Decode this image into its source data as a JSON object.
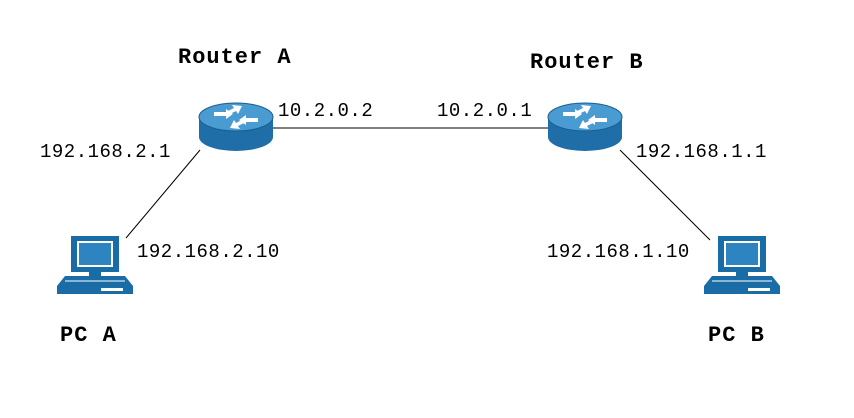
{
  "colors": {
    "router_top": "#4a9bd1",
    "router_side": "#1f6ea8",
    "pc_body": "#1a6ca6",
    "pc_screen": "#2e84c0",
    "link": "#000000"
  },
  "nodes": {
    "router_a": {
      "label": "Router A",
      "icon": "router-icon"
    },
    "router_b": {
      "label": "Router B",
      "icon": "router-icon"
    },
    "pc_a": {
      "label": "PC A",
      "icon": "desktop-computer-icon"
    },
    "pc_b": {
      "label": "PC B",
      "icon": "desktop-computer-icon"
    }
  },
  "addresses": {
    "router_a_wan": "10.2.0.2",
    "router_b_wan": "10.2.0.1",
    "router_a_lan": "192.168.2.1",
    "router_b_lan": "192.168.1.1",
    "pc_a_ip": "192.168.2.10",
    "pc_b_ip": "192.168.1.10"
  }
}
